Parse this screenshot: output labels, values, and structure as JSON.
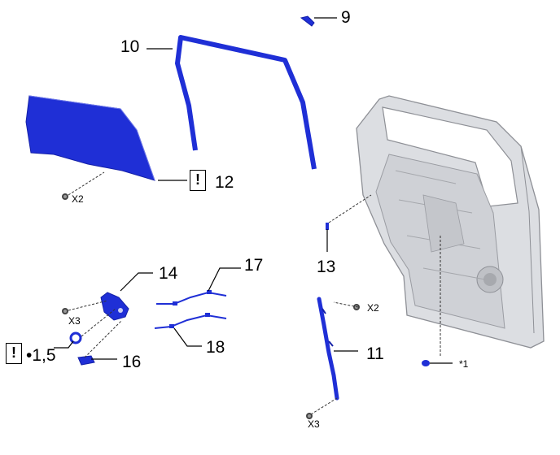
{
  "parts": [
    {
      "id": "part-9",
      "label": "9"
    },
    {
      "id": "part-10",
      "label": "10"
    },
    {
      "id": "part-11",
      "label": "11"
    },
    {
      "id": "part-12",
      "label": "12"
    },
    {
      "id": "part-13",
      "label": "13"
    },
    {
      "id": "part-14",
      "label": "14"
    },
    {
      "id": "part-16",
      "label": "16"
    },
    {
      "id": "part-17",
      "label": "17"
    },
    {
      "id": "part-18",
      "label": "18"
    }
  ],
  "labels": {
    "p9": "9",
    "p10": "10",
    "p11": "11",
    "p12": "12",
    "p13": "13",
    "p14": "14",
    "p16": "16",
    "p17": "17",
    "p18": "18",
    "note_12": "!",
    "note_15": "!",
    "note_15_text": "•1,5",
    "x2_glass": "X2",
    "x3_handle": "X3",
    "x2_channel": "X2",
    "x3_channel": "X3",
    "ref1": "*1"
  },
  "colors": {
    "part_blue": "#1f2fd6",
    "part_blue_dark": "#1420a8",
    "door_gray": "#d9dbdf",
    "door_line": "#9a9ca2"
  }
}
